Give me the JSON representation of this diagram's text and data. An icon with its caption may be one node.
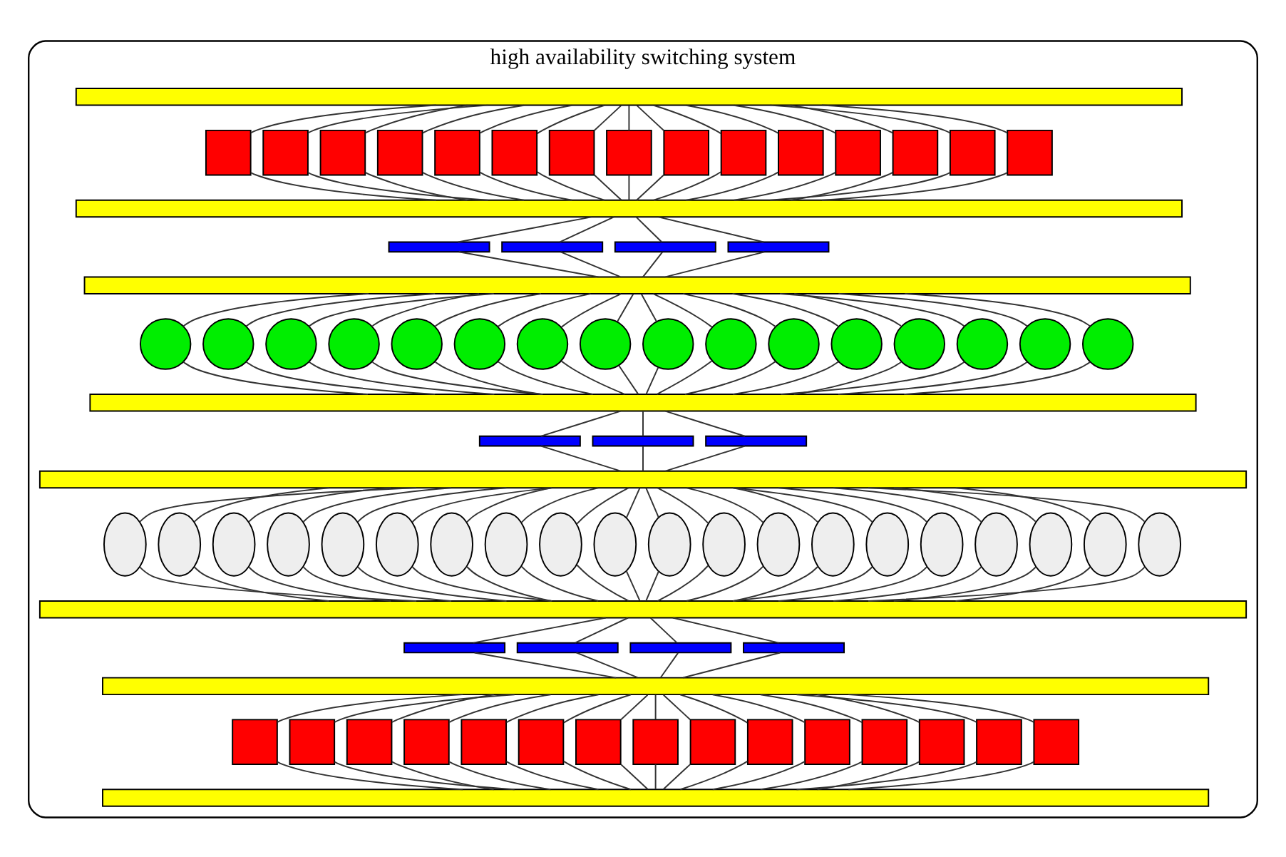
{
  "diagram": {
    "nodes": [
      {
        "text": [
          "high availability switching system"
        ]
      },
      {
        "text": [],
        "shape": "bar",
        "in": 0
      },
      {
        "text": [],
        "shape": "box",
        "in": 0
      },
      {
        "text": [],
        "shape": "box",
        "in": 0
      },
      {
        "text": [],
        "shape": "box",
        "in": 0
      },
      {
        "text": [],
        "shape": "box",
        "in": 0
      },
      {
        "text": [],
        "shape": "box",
        "in": 0
      },
      {
        "text": [],
        "shape": "box",
        "in": 0
      },
      {
        "text": [],
        "shape": "box",
        "in": 0
      },
      {
        "text": [],
        "shape": "box",
        "in": 0
      },
      {
        "text": [],
        "shape": "box",
        "in": 0
      },
      {
        "text": [],
        "shape": "box",
        "in": 0
      },
      {
        "text": [],
        "shape": "box",
        "in": 0
      },
      {
        "text": [],
        "shape": "box",
        "in": 0
      },
      {
        "text": [],
        "shape": "box",
        "in": 0
      },
      {
        "text": [],
        "shape": "box",
        "in": 0
      },
      {
        "text": [],
        "shape": "box",
        "in": 0
      },
      {
        "text": [],
        "shape": "bar",
        "in": 0
      },
      {
        "text": [],
        "shape": "bar",
        "in": 0
      },
      {
        "text": [],
        "shape": "bar",
        "in": 0
      },
      {
        "text": [],
        "shape": "bar",
        "in": 0
      },
      {
        "text": [],
        "shape": "bar",
        "in": 0
      },
      {
        "text": [],
        "shape": "bar",
        "in": 0
      },
      {
        "text": [],
        "shape": "circle",
        "in": 0
      },
      {
        "text": [],
        "shape": "circle",
        "in": 0
      },
      {
        "text": [],
        "shape": "circle",
        "in": 0
      },
      {
        "text": [],
        "shape": "circle",
        "in": 0
      },
      {
        "text": [],
        "shape": "circle",
        "in": 0
      },
      {
        "text": [],
        "shape": "circle",
        "in": 0
      },
      {
        "text": [],
        "shape": "circle",
        "in": 0
      },
      {
        "text": [],
        "shape": "circle",
        "in": 0
      },
      {
        "text": [],
        "shape": "circle",
        "in": 0
      },
      {
        "text": [],
        "shape": "circle",
        "in": 0
      },
      {
        "text": [],
        "shape": "circle",
        "in": 0
      },
      {
        "text": [],
        "shape": "circle",
        "in": 0
      },
      {
        "text": [],
        "shape": "circle",
        "in": 0
      },
      {
        "text": [],
        "shape": "circle",
        "in": 0
      },
      {
        "text": [],
        "shape": "circle",
        "in": 0
      },
      {
        "text": [],
        "shape": "circle",
        "in": 0
      },
      {
        "text": [],
        "shape": "bar",
        "in": 0
      },
      {
        "text": [],
        "shape": "bar",
        "in": 0
      },
      {
        "text": [],
        "shape": "bar",
        "in": 0
      },
      {
        "text": [],
        "shape": "bar",
        "in": 0
      },
      {
        "text": [],
        "shape": "bar",
        "in": 0
      },
      {
        "text": [],
        "shape": "ellipse",
        "in": 0
      },
      {
        "text": [],
        "shape": "ellipse",
        "in": 0
      },
      {
        "text": [],
        "shape": "ellipse",
        "in": 0
      },
      {
        "text": [],
        "shape": "ellipse",
        "in": 0
      },
      {
        "text": [],
        "shape": "ellipse",
        "in": 0
      },
      {
        "text": [],
        "shape": "ellipse",
        "in": 0
      },
      {
        "text": [],
        "shape": "ellipse",
        "in": 0
      },
      {
        "text": [],
        "shape": "ellipse",
        "in": 0
      },
      {
        "text": [],
        "shape": "ellipse",
        "in": 0
      },
      {
        "text": [],
        "shape": "ellipse",
        "in": 0
      },
      {
        "text": [],
        "shape": "ellipse",
        "in": 0
      },
      {
        "text": [],
        "shape": "ellipse",
        "in": 0
      },
      {
        "text": [],
        "shape": "ellipse",
        "in": 0
      },
      {
        "text": [],
        "shape": "ellipse",
        "in": 0
      },
      {
        "text": [],
        "shape": "ellipse",
        "in": 0
      },
      {
        "text": [],
        "shape": "ellipse",
        "in": 0
      },
      {
        "text": [],
        "shape": "ellipse",
        "in": 0
      },
      {
        "text": [],
        "shape": "ellipse",
        "in": 0
      },
      {
        "text": [],
        "shape": "ellipse",
        "in": 0
      },
      {
        "text": [],
        "shape": "ellipse",
        "in": 0
      },
      {
        "text": [],
        "shape": "bar",
        "in": 0
      },
      {
        "text": [],
        "shape": "bar",
        "in": 0
      },
      {
        "text": [],
        "shape": "bar",
        "in": 0
      },
      {
        "text": [],
        "shape": "bar",
        "in": 0
      },
      {
        "text": [],
        "shape": "bar",
        "in": 0
      },
      {
        "text": [],
        "shape": "bar",
        "in": 0
      },
      {
        "text": [],
        "shape": "box",
        "in": 0
      },
      {
        "text": [],
        "shape": "box",
        "in": 0
      },
      {
        "text": [],
        "shape": "box",
        "in": 0
      },
      {
        "text": [],
        "shape": "box",
        "in": 0
      },
      {
        "text": [],
        "shape": "box",
        "in": 0
      },
      {
        "text": [],
        "shape": "box",
        "in": 0
      },
      {
        "text": [],
        "shape": "box",
        "in": 0
      },
      {
        "text": [],
        "shape": "box",
        "in": 0
      },
      {
        "text": [],
        "shape": "box",
        "in": 0
      },
      {
        "text": [],
        "shape": "box",
        "in": 0
      },
      {
        "text": [],
        "shape": "box",
        "in": 0
      },
      {
        "text": [],
        "shape": "box",
        "in": 0
      },
      {
        "text": [],
        "shape": "box",
        "in": 0
      },
      {
        "text": [],
        "shape": "box",
        "in": 0
      },
      {
        "text": [],
        "shape": "box",
        "in": 0
      },
      {
        "text": [],
        "shape": "bar",
        "in": 0
      }
    ],
    "edges": [
      {
        "from": 1,
        "to": 2,
        "arrow": "none"
      },
      {
        "from": 2,
        "to": 17,
        "arrow": "none"
      },
      {
        "from": 1,
        "to": 3,
        "arrow": "none"
      },
      {
        "from": 3,
        "to": 17,
        "arrow": "none"
      },
      {
        "from": 1,
        "to": 4,
        "arrow": "none"
      },
      {
        "from": 4,
        "to": 17,
        "arrow": "none"
      },
      {
        "from": 1,
        "to": 5,
        "arrow": "none"
      },
      {
        "from": 5,
        "to": 17,
        "arrow": "none"
      },
      {
        "from": 1,
        "to": 6,
        "arrow": "none"
      },
      {
        "from": 6,
        "to": 17,
        "arrow": "none"
      },
      {
        "from": 1,
        "to": 7,
        "arrow": "none"
      },
      {
        "from": 7,
        "to": 17,
        "arrow": "none"
      },
      {
        "from": 1,
        "to": 8,
        "arrow": "none"
      },
      {
        "from": 8,
        "to": 17,
        "arrow": "none"
      },
      {
        "from": 1,
        "to": 9,
        "arrow": "none"
      },
      {
        "from": 9,
        "to": 17,
        "arrow": "none"
      },
      {
        "from": 1,
        "to": 10,
        "arrow": "none"
      },
      {
        "from": 10,
        "to": 17,
        "arrow": "none"
      },
      {
        "from": 1,
        "to": 11,
        "arrow": "none"
      },
      {
        "from": 11,
        "to": 17,
        "arrow": "none"
      },
      {
        "from": 1,
        "to": 12,
        "arrow": "none"
      },
      {
        "from": 12,
        "to": 17,
        "arrow": "none"
      },
      {
        "from": 1,
        "to": 13,
        "arrow": "none"
      },
      {
        "from": 13,
        "to": 17,
        "arrow": "none"
      },
      {
        "from": 1,
        "to": 14,
        "arrow": "none"
      },
      {
        "from": 14,
        "to": 17,
        "arrow": "none"
      },
      {
        "from": 1,
        "to": 15,
        "arrow": "none"
      },
      {
        "from": 15,
        "to": 17,
        "arrow": "none"
      },
      {
        "from": 1,
        "to": 16,
        "arrow": "none"
      },
      {
        "from": 16,
        "to": 17,
        "arrow": "none"
      },
      {
        "from": 17,
        "to": 18,
        "arrow": "none"
      },
      {
        "from": 18,
        "to": 22,
        "arrow": "none"
      },
      {
        "from": 17,
        "to": 19,
        "arrow": "none"
      },
      {
        "from": 19,
        "to": 22,
        "arrow": "none"
      },
      {
        "from": 17,
        "to": 20,
        "arrow": "none"
      },
      {
        "from": 20,
        "to": 22,
        "arrow": "none"
      },
      {
        "from": 17,
        "to": 21,
        "arrow": "none"
      },
      {
        "from": 21,
        "to": 22,
        "arrow": "none"
      },
      {
        "from": 22,
        "to": 23,
        "arrow": "none"
      },
      {
        "from": 23,
        "to": 39,
        "arrow": "none"
      },
      {
        "from": 22,
        "to": 24,
        "arrow": "none"
      },
      {
        "from": 24,
        "to": 39,
        "arrow": "none"
      },
      {
        "from": 22,
        "to": 25,
        "arrow": "none"
      },
      {
        "from": 25,
        "to": 39,
        "arrow": "none"
      },
      {
        "from": 22,
        "to": 26,
        "arrow": "none"
      },
      {
        "from": 26,
        "to": 39,
        "arrow": "none"
      },
      {
        "from": 22,
        "to": 27,
        "arrow": "none"
      },
      {
        "from": 27,
        "to": 39,
        "arrow": "none"
      },
      {
        "from": 22,
        "to": 28,
        "arrow": "none"
      },
      {
        "from": 28,
        "to": 39,
        "arrow": "none"
      },
      {
        "from": 22,
        "to": 29,
        "arrow": "none"
      },
      {
        "from": 29,
        "to": 39,
        "arrow": "none"
      },
      {
        "from": 22,
        "to": 30,
        "arrow": "none"
      },
      {
        "from": 30,
        "to": 39,
        "arrow": "none"
      },
      {
        "from": 22,
        "to": 31,
        "arrow": "none"
      },
      {
        "from": 31,
        "to": 39,
        "arrow": "none"
      },
      {
        "from": 22,
        "to": 32,
        "arrow": "none"
      },
      {
        "from": 32,
        "to": 39,
        "arrow": "none"
      },
      {
        "from": 22,
        "to": 33,
        "arrow": "none"
      },
      {
        "from": 33,
        "to": 39,
        "arrow": "none"
      },
      {
        "from": 22,
        "to": 34,
        "arrow": "none"
      },
      {
        "from": 34,
        "to": 39,
        "arrow": "none"
      },
      {
        "from": 22,
        "to": 35,
        "arrow": "none"
      },
      {
        "from": 35,
        "to": 39,
        "arrow": "none"
      },
      {
        "from": 22,
        "to": 36,
        "arrow": "none"
      },
      {
        "from": 36,
        "to": 39,
        "arrow": "none"
      },
      {
        "from": 22,
        "to": 37,
        "arrow": "none"
      },
      {
        "from": 37,
        "to": 39,
        "arrow": "none"
      },
      {
        "from": 22,
        "to": 38,
        "arrow": "none"
      },
      {
        "from": 38,
        "to": 39,
        "arrow": "none"
      },
      {
        "from": 39,
        "to": 40,
        "arrow": "none"
      },
      {
        "from": 40,
        "to": 43,
        "arrow": "none"
      },
      {
        "from": 39,
        "to": 41,
        "arrow": "none"
      },
      {
        "from": 41,
        "to": 43,
        "arrow": "none"
      },
      {
        "from": 39,
        "to": 42,
        "arrow": "none"
      },
      {
        "from": 42,
        "to": 43,
        "arrow": "none"
      },
      {
        "from": 43,
        "to": 44,
        "arrow": "none"
      },
      {
        "from": 44,
        "to": 64,
        "arrow": "none"
      },
      {
        "from": 43,
        "to": 45,
        "arrow": "none"
      },
      {
        "from": 45,
        "to": 64,
        "arrow": "none"
      },
      {
        "from": 43,
        "to": 46,
        "arrow": "none"
      },
      {
        "from": 46,
        "to": 64,
        "arrow": "none"
      },
      {
        "from": 43,
        "to": 47,
        "arrow": "none"
      },
      {
        "from": 47,
        "to": 64,
        "arrow": "none"
      },
      {
        "from": 43,
        "to": 48,
        "arrow": "none"
      },
      {
        "from": 48,
        "to": 64,
        "arrow": "none"
      },
      {
        "from": 43,
        "to": 49,
        "arrow": "none"
      },
      {
        "from": 49,
        "to": 64,
        "arrow": "none"
      },
      {
        "from": 43,
        "to": 50,
        "arrow": "none"
      },
      {
        "from": 50,
        "to": 64,
        "arrow": "none"
      },
      {
        "from": 43,
        "to": 51,
        "arrow": "none"
      },
      {
        "from": 51,
        "to": 64,
        "arrow": "none"
      },
      {
        "from": 43,
        "to": 52,
        "arrow": "none"
      },
      {
        "from": 52,
        "to": 64,
        "arrow": "none"
      },
      {
        "from": 43,
        "to": 53,
        "arrow": "none"
      },
      {
        "from": 53,
        "to": 64,
        "arrow": "none"
      },
      {
        "from": 43,
        "to": 54,
        "arrow": "none"
      },
      {
        "from": 54,
        "to": 64,
        "arrow": "none"
      },
      {
        "from": 43,
        "to": 55,
        "arrow": "none"
      },
      {
        "from": 55,
        "to": 64,
        "arrow": "none"
      },
      {
        "from": 43,
        "to": 56,
        "arrow": "none"
      },
      {
        "from": 56,
        "to": 64,
        "arrow": "none"
      },
      {
        "from": 43,
        "to": 57,
        "arrow": "none"
      },
      {
        "from": 57,
        "to": 64,
        "arrow": "none"
      },
      {
        "from": 43,
        "to": 58,
        "arrow": "none"
      },
      {
        "from": 58,
        "to": 64,
        "arrow": "none"
      },
      {
        "from": 43,
        "to": 59,
        "arrow": "none"
      },
      {
        "from": 59,
        "to": 64,
        "arrow": "none"
      },
      {
        "from": 43,
        "to": 60,
        "arrow": "none"
      },
      {
        "from": 60,
        "to": 64,
        "arrow": "none"
      },
      {
        "from": 43,
        "to": 61,
        "arrow": "none"
      },
      {
        "from": 61,
        "to": 64,
        "arrow": "none"
      },
      {
        "from": 43,
        "to": 62,
        "arrow": "none"
      },
      {
        "from": 62,
        "to": 64,
        "arrow": "none"
      },
      {
        "from": 43,
        "to": 63,
        "arrow": "none"
      },
      {
        "from": 63,
        "to": 64,
        "arrow": "none"
      },
      {
        "from": 64,
        "to": 65,
        "arrow": "none"
      },
      {
        "from": 65,
        "to": 69,
        "arrow": "none"
      },
      {
        "from": 64,
        "to": 66,
        "arrow": "none"
      },
      {
        "from": 66,
        "to": 69,
        "arrow": "none"
      },
      {
        "from": 64,
        "to": 67,
        "arrow": "none"
      },
      {
        "from": 67,
        "to": 69,
        "arrow": "none"
      },
      {
        "from": 64,
        "to": 68,
        "arrow": "none"
      },
      {
        "from": 68,
        "to": 69,
        "arrow": "none"
      },
      {
        "from": 69,
        "to": 70,
        "arrow": "none"
      },
      {
        "from": 70,
        "to": 85,
        "arrow": "none"
      },
      {
        "from": 69,
        "to": 71,
        "arrow": "none"
      },
      {
        "from": 71,
        "to": 85,
        "arrow": "none"
      },
      {
        "from": 69,
        "to": 72,
        "arrow": "none"
      },
      {
        "from": 72,
        "to": 85,
        "arrow": "none"
      },
      {
        "from": 69,
        "to": 73,
        "arrow": "none"
      },
      {
        "from": 73,
        "to": 85,
        "arrow": "none"
      },
      {
        "from": 69,
        "to": 74,
        "arrow": "none"
      },
      {
        "from": 74,
        "to": 85,
        "arrow": "none"
      },
      {
        "from": 69,
        "to": 75,
        "arrow": "none"
      },
      {
        "from": 75,
        "to": 85,
        "arrow": "none"
      },
      {
        "from": 69,
        "to": 76,
        "arrow": "none"
      },
      {
        "from": 76,
        "to": 85,
        "arrow": "none"
      },
      {
        "from": 69,
        "to": 77,
        "arrow": "none"
      },
      {
        "from": 77,
        "to": 85,
        "arrow": "none"
      },
      {
        "from": 69,
        "to": 78,
        "arrow": "none"
      },
      {
        "from": 78,
        "to": 85,
        "arrow": "none"
      },
      {
        "from": 69,
        "to": 79,
        "arrow": "none"
      },
      {
        "from": 79,
        "to": 85,
        "arrow": "none"
      },
      {
        "from": 69,
        "to": 80,
        "arrow": "none"
      },
      {
        "from": 80,
        "to": 85,
        "arrow": "none"
      },
      {
        "from": 69,
        "to": 81,
        "arrow": "none"
      },
      {
        "from": 81,
        "to": 85,
        "arrow": "none"
      },
      {
        "from": 69,
        "to": 82,
        "arrow": "none"
      },
      {
        "from": 82,
        "to": 85,
        "arrow": "none"
      },
      {
        "from": 69,
        "to": 83,
        "arrow": "none"
      },
      {
        "from": 83,
        "to": 85,
        "arrow": "none"
      },
      {
        "from": 69,
        "to": 84,
        "arrow": "none"
      },
      {
        "from": 84,
        "to": 85,
        "arrow": "none"
      }
    ]
  }
}
